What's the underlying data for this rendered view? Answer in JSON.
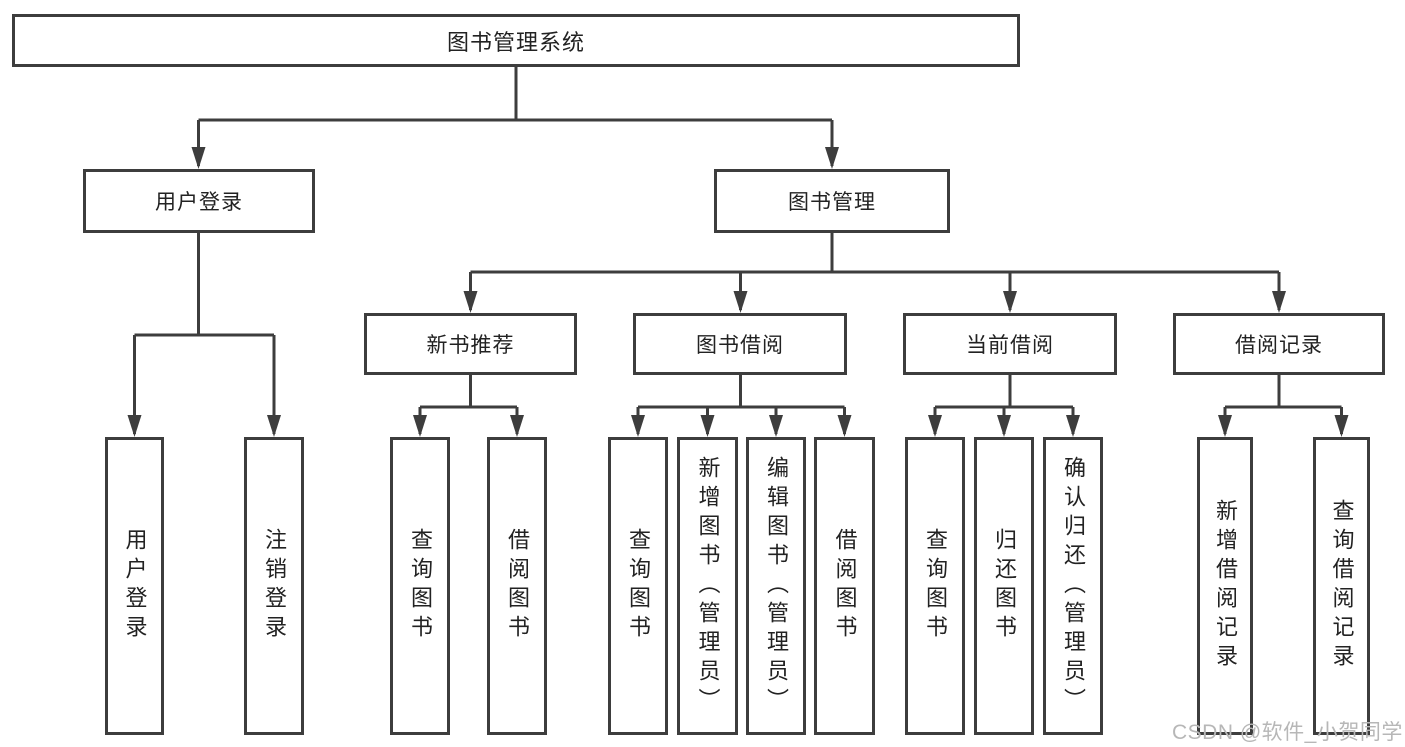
{
  "colors": {
    "line": "#3d3d3d",
    "box_border": "#3d3d3d",
    "text": "#222222",
    "watermark_text": "#b7b7b7",
    "background": "#ffffff"
  },
  "watermark": {
    "text": "CSDN @软件_小贺同学"
  },
  "tree": {
    "root": {
      "label": "图书管理系统",
      "children": [
        {
          "label": "用户登录",
          "children": [
            {
              "label": "用户登录"
            },
            {
              "label": "注销登录"
            }
          ]
        },
        {
          "label": "图书管理",
          "children": [
            {
              "label": "新书推荐",
              "children": [
                {
                  "label": "查询图书"
                },
                {
                  "label": "借阅图书"
                }
              ]
            },
            {
              "label": "图书借阅",
              "children": [
                {
                  "label": "查询图书"
                },
                {
                  "label": "新增图书（管理员）"
                },
                {
                  "label": "编辑图书（管理员）"
                },
                {
                  "label": "借阅图书"
                }
              ]
            },
            {
              "label": "当前借阅",
              "children": [
                {
                  "label": "查询图书"
                },
                {
                  "label": "归还图书"
                },
                {
                  "label": "确认归还（管理员）"
                }
              ]
            },
            {
              "label": "借阅记录",
              "children": [
                {
                  "label": "新增借阅记录"
                },
                {
                  "label": "查询借阅记录"
                }
              ]
            }
          ]
        }
      ]
    }
  }
}
